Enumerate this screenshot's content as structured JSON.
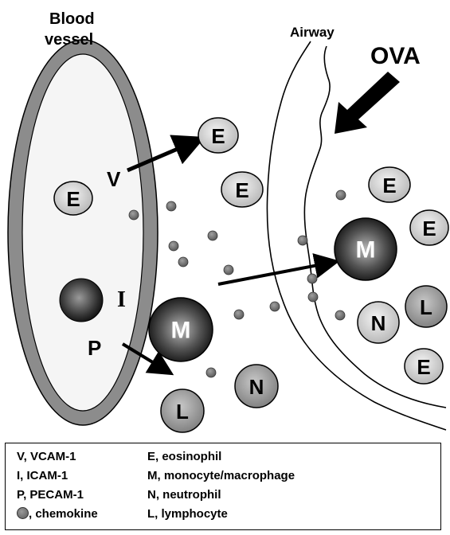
{
  "labels": {
    "blood_vessel_line1": "Blood",
    "blood_vessel_line2": "vessel",
    "airway": "Airway",
    "ova": "OVA",
    "v": "V",
    "i": "I",
    "p": "P"
  },
  "cells": {
    "eosinophil": "E",
    "monocyte": "M",
    "neutrophil": "N",
    "lymphocyte": "L"
  },
  "legend": {
    "left": [
      {
        "key": "V",
        "text": "V, VCAM-1"
      },
      {
        "key": "I",
        "text": "I, ICAM-1"
      },
      {
        "key": "P",
        "text": "P, PECAM-1"
      },
      {
        "key": "dot",
        "text": ", chemokine"
      }
    ],
    "right": [
      {
        "key": "E",
        "text": "E, eosinophil"
      },
      {
        "key": "M",
        "text": "M, monocyte/macrophage"
      },
      {
        "key": "N",
        "text": "N, neutrophil"
      },
      {
        "key": "L",
        "text": "L, lymphocyte"
      }
    ]
  },
  "colors": {
    "vessel_wall": "#8c8c8c",
    "vessel_lumen": "#f4f4f4",
    "eosinophil_fill": "#cfcfcf",
    "lymphocyte_fill": "#a8a8a8",
    "monocyte_fill": "#1e1e1e",
    "chemokine": "#7a7a7a"
  }
}
